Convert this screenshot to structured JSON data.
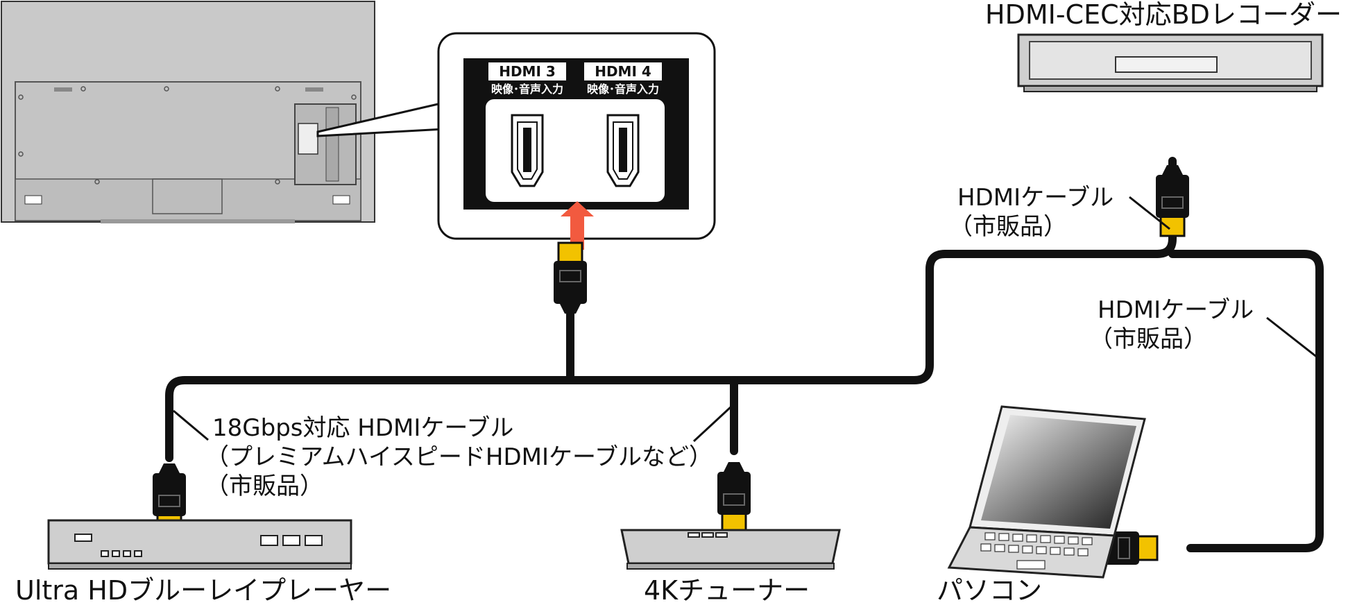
{
  "ports": {
    "hdmi3": {
      "name": "HDMI 3",
      "sub": "映像･音声入力"
    },
    "hdmi4": {
      "name": "HDMI 4",
      "sub": "映像･音声入力"
    }
  },
  "devices": {
    "bd_recorder": "HDMI-CEC対応BDレコーダー",
    "uhd_player": "Ultra HDブルーレイプレーヤー",
    "tuner_4k": "4Kチューナー",
    "pc": "パソコン"
  },
  "cables": {
    "bd": {
      "line1": "HDMIケーブル",
      "line2": "（市販品）"
    },
    "pc": {
      "line1": "HDMIケーブル",
      "line2": "（市販品）"
    },
    "main": {
      "line1": "18Gbps対応 HDMIケーブル",
      "line2": "（プレミアムハイスピードHDMIケーブルなど）",
      "line3": "（市販品）"
    }
  },
  "colors": {
    "arrow": "#f25a3f",
    "connector_gold": "#f2c200",
    "cable": "#111111",
    "tv_panel": "#c9c9c9"
  },
  "icons": [
    "hdmi-port-icon",
    "hdmi-connector-icon",
    "up-arrow-icon",
    "laptop-icon",
    "tv-back-icon"
  ]
}
